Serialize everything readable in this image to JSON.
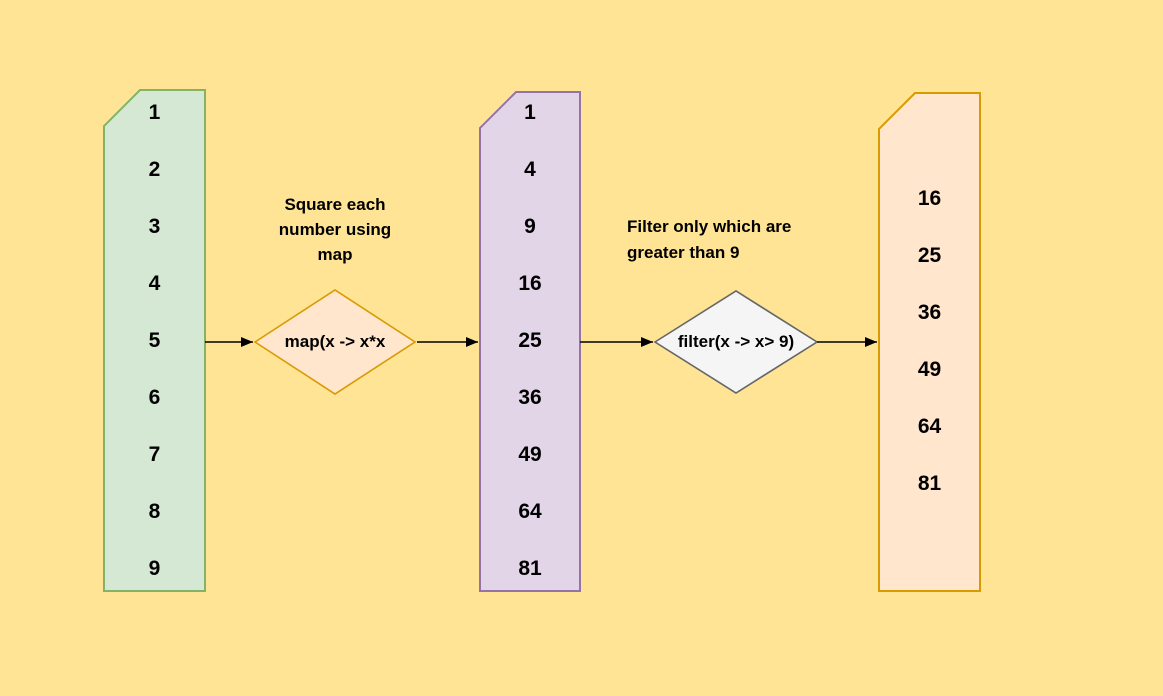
{
  "background": "#FFE496",
  "arrow_color": "#000000",
  "columns": {
    "input": {
      "fill": "#D5E8D4",
      "stroke": "#82B366",
      "values": [
        "1",
        "2",
        "3",
        "4",
        "5",
        "6",
        "7",
        "8",
        "9"
      ]
    },
    "squared": {
      "fill": "#E1D5E7",
      "stroke": "#9673A6",
      "values": [
        "1",
        "4",
        "9",
        "16",
        "25",
        "36",
        "49",
        "64",
        "81"
      ]
    },
    "filtered": {
      "fill": "#FFE6CC",
      "stroke": "#D79B00",
      "values": [
        "16",
        "25",
        "36",
        "49",
        "64",
        "81"
      ]
    }
  },
  "steps": {
    "map": {
      "caption": "Square each\nnumber using\nmap",
      "label": "map(x -> x*x",
      "fill": "#FFE6CC",
      "stroke": "#D79B00"
    },
    "filter": {
      "caption": "Filter only which are\ngreater than 9",
      "label": "filter(x -> x> 9)",
      "fill": "#F5F5F5",
      "stroke": "#666666"
    }
  }
}
